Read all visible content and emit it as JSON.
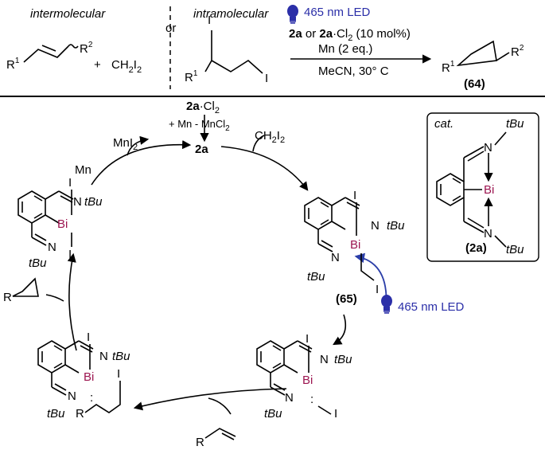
{
  "header": {
    "intermolecular": "intermolecular",
    "intramolecular": "intramolecular",
    "or": "or",
    "led": "465 nm LED",
    "catalyst_line_a": "2a",
    "catalyst_line_b": " or ",
    "catalyst_line_c": "2a",
    "catalyst_line_d": "·Cl",
    "catalyst_line_e": "2",
    "catalyst_line_f": " (10 mol%)",
    "reductant": "Mn (2 eq.)",
    "conditions": "MeCN, 30° C",
    "product_label": "64",
    "R1": "R",
    "R2": "R",
    "sup1": "1",
    "sup2": "2",
    "ch2i2_a": "CH",
    "ch2i2_b": "2",
    "ch2i2_c": "I",
    "ch2i2_d": "2",
    "plus": "+",
    "iodine": "I"
  },
  "cycle": {
    "activation_a": "2a",
    "activation_b": "·Cl",
    "activation_c": "2",
    "activation_reagents": "+ Mn   - MnCl",
    "activation_sub": "2",
    "start": "2a",
    "mni2_a": "MnI",
    "mni2_b": "2",
    "mn": "Mn",
    "ch2i2": "CH",
    "ch2i2_sub": "2",
    "ch2i2_i": "I",
    "ch2i2_sub2": "2",
    "intermediate_label": "65",
    "led": "465 nm LED",
    "tbu": "tBu",
    "bi": "Bi",
    "n": "N",
    "iodine": "I",
    "r": "R",
    "cat_label": "cat.",
    "cat_name": "2a"
  }
}
